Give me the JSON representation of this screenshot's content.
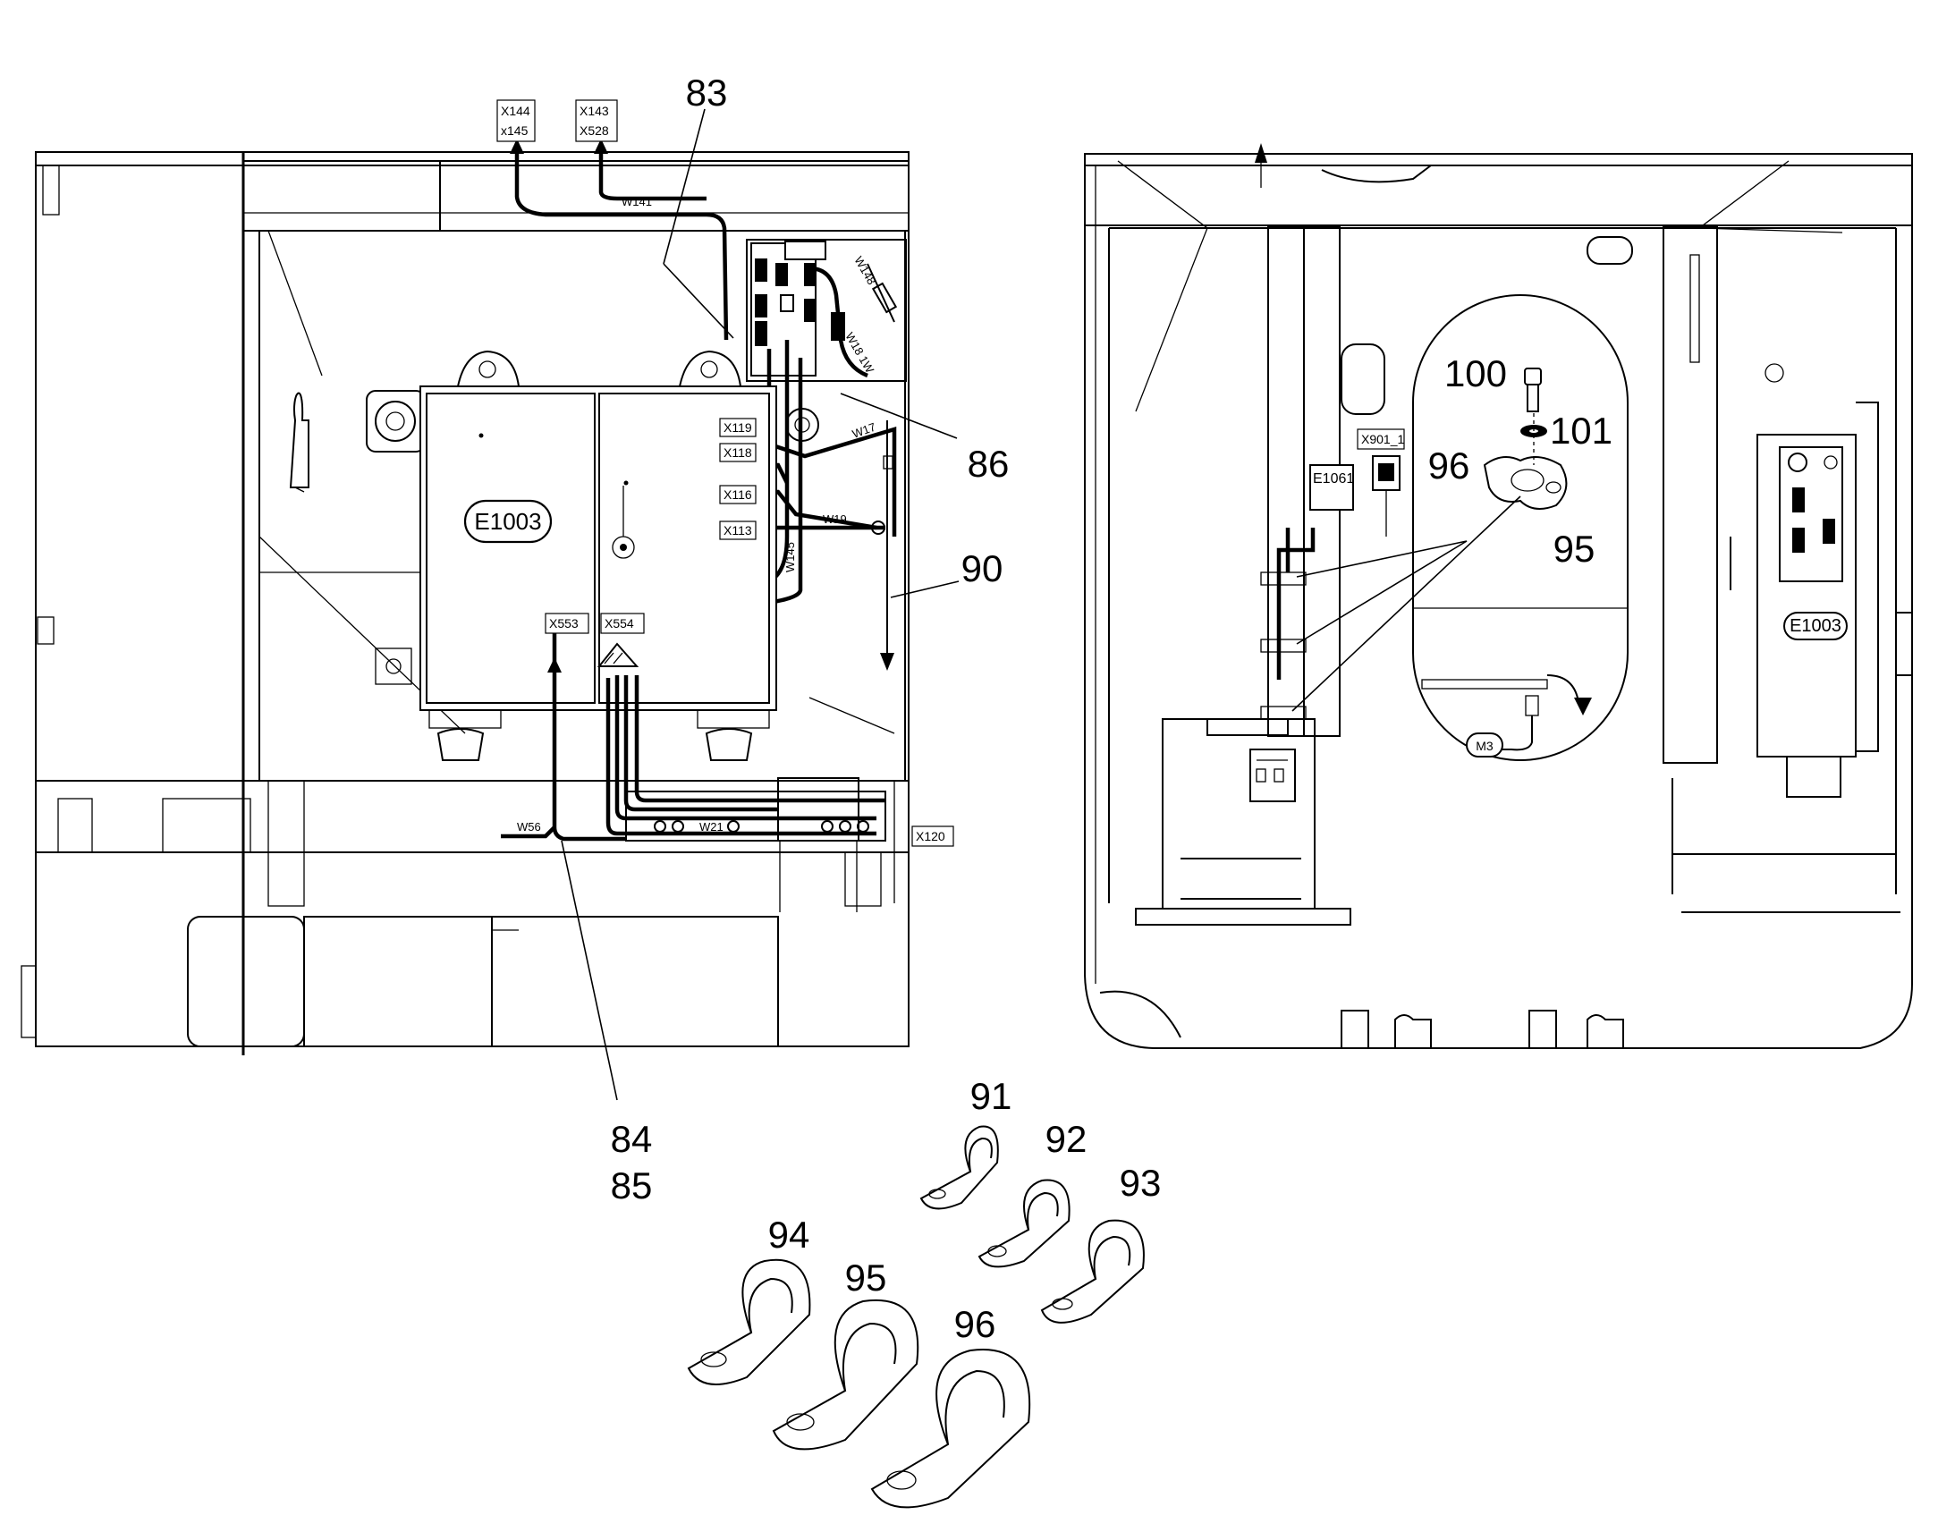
{
  "callouts": {
    "c83": "83",
    "c86": "86",
    "c90": "90",
    "c84": "84",
    "c85": "85",
    "c100": "100",
    "c101": "101",
    "c96": "96",
    "c95": "95",
    "c91": "91",
    "c92": "92",
    "c93": "93",
    "c94": "94",
    "c95b": "95",
    "c96b": "96"
  },
  "connectors": {
    "x144": "X144",
    "x145": "x145",
    "x143": "X143",
    "x528": "X528",
    "x119": "X119",
    "x118": "X118",
    "x116": "X116",
    "x113": "X113",
    "x553": "X553",
    "x554": "X554",
    "x120": "X120",
    "x901": "X901_1"
  },
  "wires": {
    "w141": "W141",
    "w148": "W148",
    "w18": "W18 1W",
    "w17": "W17",
    "w19": "W19",
    "w145": "W145",
    "w56": "W56",
    "w21": "W21"
  },
  "components": {
    "e1003_left": "E1003",
    "e1003_right": "E1003",
    "e1061": "E1061",
    "m3": "M3"
  }
}
